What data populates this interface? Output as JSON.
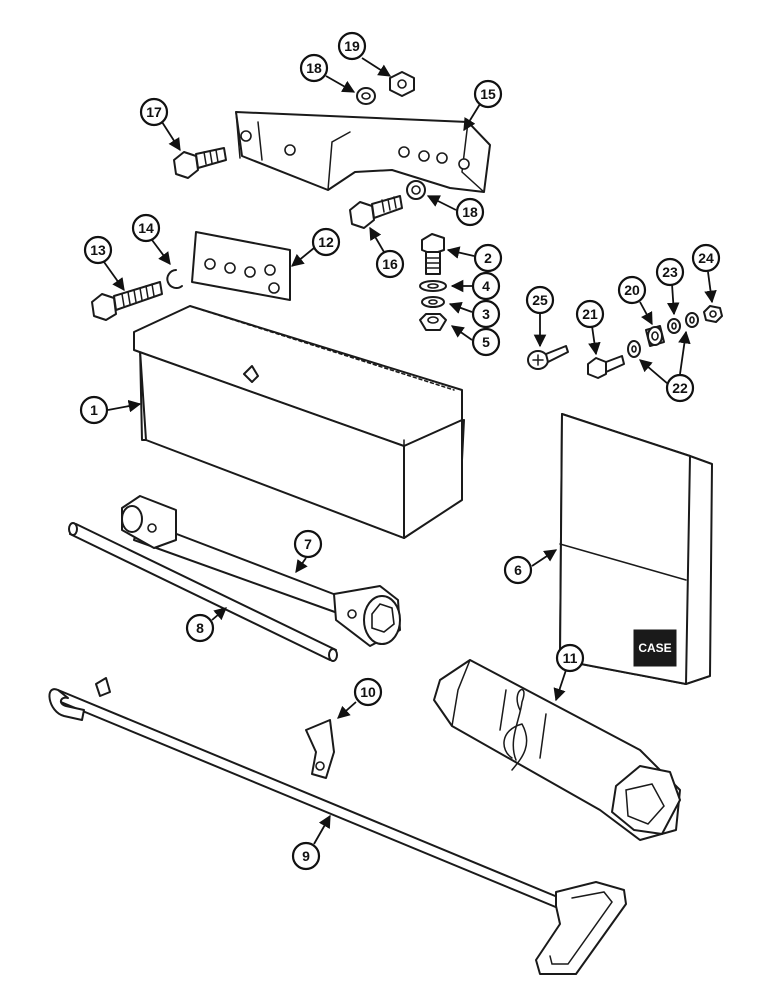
{
  "parts": [
    {
      "id": "1",
      "name": "tool-box"
    },
    {
      "id": "2",
      "name": "bolt"
    },
    {
      "id": "3",
      "name": "lock-washer"
    },
    {
      "id": "4",
      "name": "flat-washer"
    },
    {
      "id": "5",
      "name": "nut"
    },
    {
      "id": "6",
      "name": "operator-manual"
    },
    {
      "id": "7",
      "name": "wheel-wrench"
    },
    {
      "id": "8",
      "name": "wrench-bar"
    },
    {
      "id": "9",
      "name": "crank-handle"
    },
    {
      "id": "10",
      "name": "clip"
    },
    {
      "id": "11",
      "name": "tool-roll"
    },
    {
      "id": "12",
      "name": "spacer-plate"
    },
    {
      "id": "13",
      "name": "bolt"
    },
    {
      "id": "14",
      "name": "lock-washer"
    },
    {
      "id": "15",
      "name": "mounting-bracket"
    },
    {
      "id": "16",
      "name": "bolt"
    },
    {
      "id": "17",
      "name": "bolt"
    },
    {
      "id": "18a",
      "label": "18",
      "name": "lock-washer"
    },
    {
      "id": "18b",
      "label": "18",
      "name": "lock-washer"
    },
    {
      "id": "19",
      "name": "nut"
    },
    {
      "id": "20",
      "name": "spacer"
    },
    {
      "id": "21",
      "name": "bolt"
    },
    {
      "id": "22",
      "name": "washer"
    },
    {
      "id": "23",
      "name": "lock-washer"
    },
    {
      "id": "24",
      "name": "nut"
    },
    {
      "id": "25",
      "name": "screw"
    }
  ],
  "callouts": {
    "c1": "1",
    "c2": "2",
    "c3": "3",
    "c4": "4",
    "c5": "5",
    "c6": "6",
    "c7": "7",
    "c8": "8",
    "c9": "9",
    "c10": "10",
    "c11": "11",
    "c12": "12",
    "c13": "13",
    "c14": "14",
    "c15": "15",
    "c16": "16",
    "c17": "17",
    "c18a": "18",
    "c18b": "18",
    "c19": "19",
    "c20": "20",
    "c21": "21",
    "c22": "22",
    "c23": "23",
    "c24": "24",
    "c25": "25"
  },
  "manual_logo": "CASE",
  "colors": {
    "line": "#1a1a1a",
    "background": "#ffffff",
    "logo_fill": "#1a1a1a"
  }
}
